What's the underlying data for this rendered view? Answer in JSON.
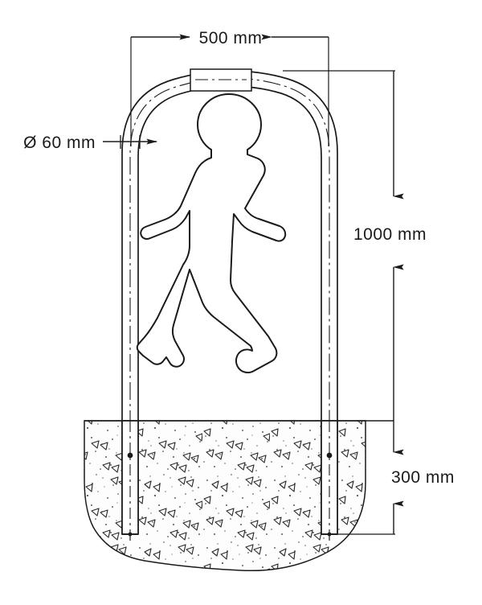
{
  "drawing": {
    "title": "Pedestrian access barrier / hoop post installation detail",
    "type": "technical-engineering-drawing",
    "view": "front elevation with ground section",
    "background_color": "#ffffff",
    "line_color": "#1a1a1a",
    "concrete_fill_color": "#fdfdfd",
    "units": "mm"
  },
  "dimensions": {
    "width_label": "500 mm",
    "diameter_label": "Ø 60 mm",
    "height_above_ground_label": "1000 mm",
    "embedment_depth_label": "300 mm"
  },
  "components": {
    "hoop_label": "tubular-hoop",
    "left_post_label": "left-post",
    "right_post_label": "right-post",
    "apex_sleeve_label": "apex-joint-sleeve",
    "person_label": "pedestrian-silhouette",
    "footing_label": "concrete-footing",
    "ground_line_label": "ground-level-line"
  },
  "annotations": {
    "centerline_style": "dash-dot",
    "hatch_pattern": "concrete-stipple-and-triangles"
  }
}
